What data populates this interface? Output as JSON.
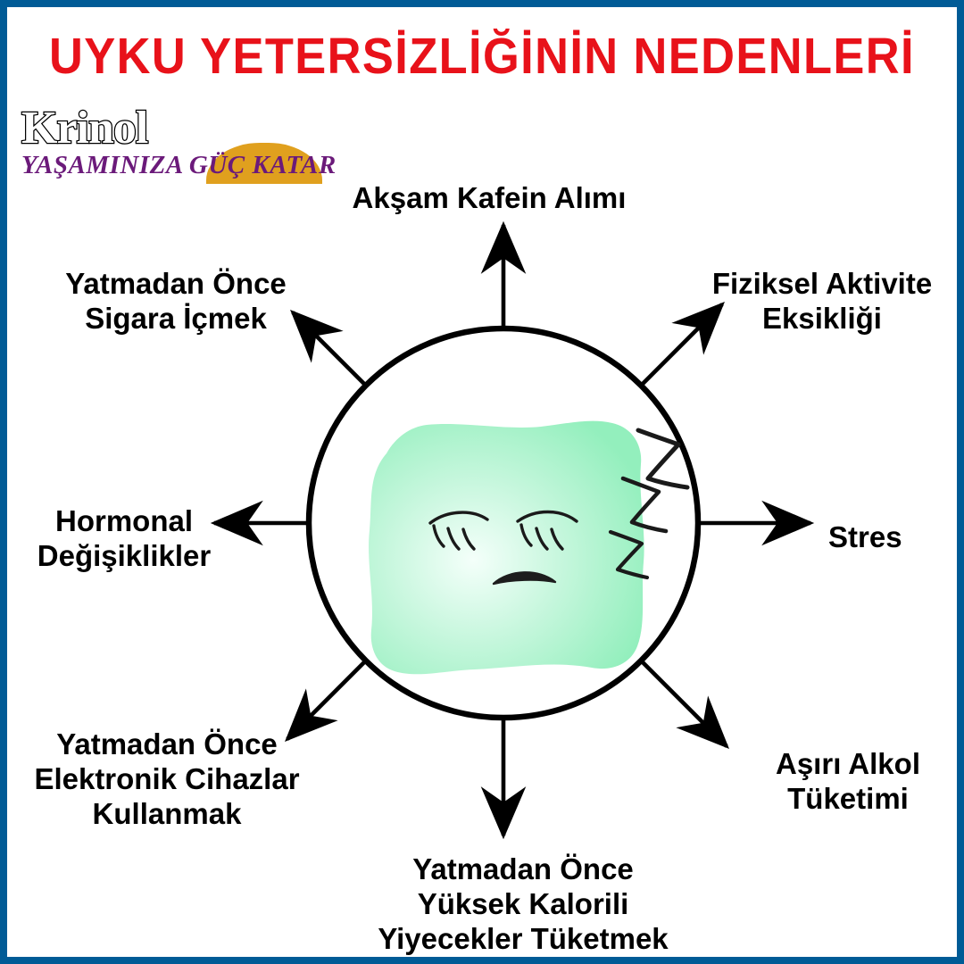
{
  "poster": {
    "title": "UYKU YETERSİZLİĞİNİN NEDENLERİ",
    "title_color": "#e8121a",
    "frame_color": "#005b96",
    "background_color": "#ffffff"
  },
  "logo": {
    "brand": "Krinol",
    "slogan": "YAŞAMINIZA GÜÇ KATAR",
    "brand_color": "#ffffff",
    "brand_outline_color": "#000000",
    "slogan_color": "#6b1a7a",
    "arc_color": "#e0a01e"
  },
  "center": {
    "illustration": "sleepy-face-pillow",
    "face_color_edge": "#9bf0c4",
    "face_color_center": "#f2fff8",
    "snore_marks": 3,
    "eyes": "closed-with-lashes",
    "mouth": "frown",
    "circle_stroke_color": "#000000"
  },
  "causes": [
    {
      "id": "caffeine",
      "label": "Akşam Kafein Alımı",
      "direction": "up",
      "angle": 90
    },
    {
      "id": "activity",
      "label": "Fiziksel Aktivite\nEksikliği",
      "direction": "up-right",
      "angle": 45
    },
    {
      "id": "stress",
      "label": "Stres",
      "direction": "right",
      "angle": 0
    },
    {
      "id": "alcohol",
      "label": "Aşırı Alkol\nTüketimi",
      "direction": "down-right",
      "angle": -45
    },
    {
      "id": "food",
      "label": "Yatmadan Önce\nYüksek Kalorili\nYiyecekler Tüketmek",
      "direction": "down",
      "angle": -90
    },
    {
      "id": "devices",
      "label": "Yatmadan Önce\nElektronik Cihazlar\nKullanmak",
      "direction": "down-left",
      "angle": -135
    },
    {
      "id": "hormonal",
      "label": "Hormonal\nDeğişiklikler",
      "direction": "left",
      "angle": 180
    },
    {
      "id": "smoking",
      "label": "Yatmadan Önce\nSigara İçmek",
      "direction": "up-left",
      "angle": 135
    }
  ]
}
